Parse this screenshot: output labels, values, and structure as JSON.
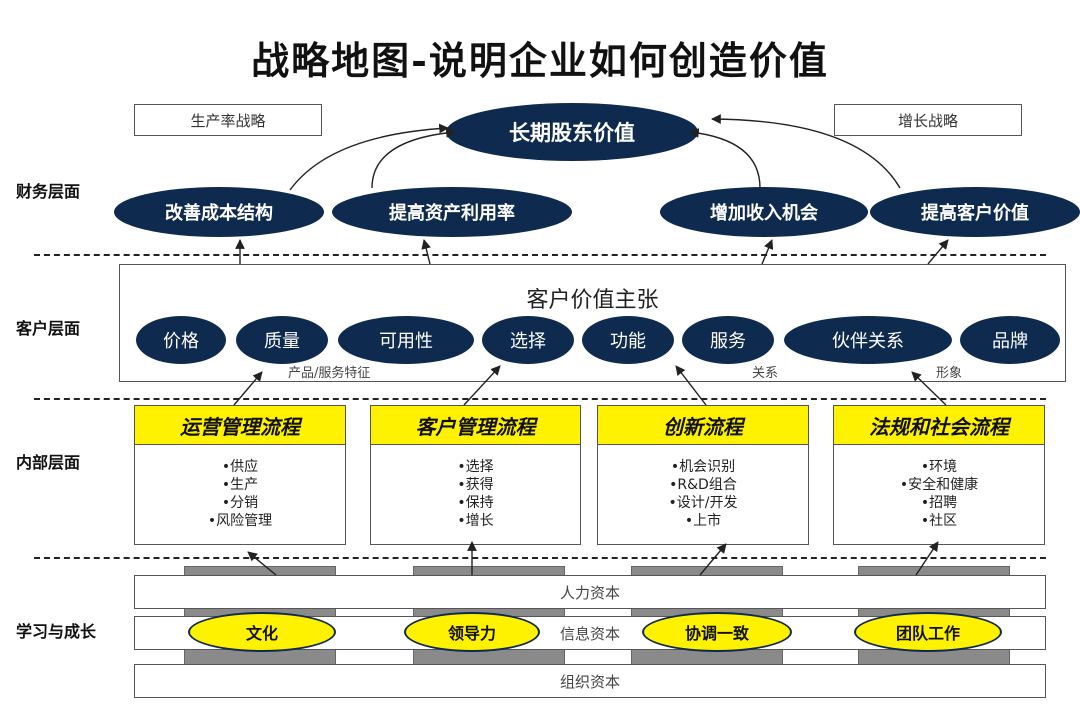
{
  "title": "战略地图-说明企业如何创造价值",
  "strategies": {
    "productivity": "生产率战略",
    "growth": "增长战略"
  },
  "top_value": "长期股东价值",
  "layers": {
    "financial": "财务层面",
    "customer": "客户层面",
    "internal": "内部层面",
    "learning": "学习与成长"
  },
  "financial": [
    "改善成本结构",
    "提高资产利用率",
    "增加收入机会",
    "提高客户价值"
  ],
  "customer": {
    "title": "客户价值主张",
    "attributes": [
      "价格",
      "质量",
      "可用性",
      "选择",
      "功能",
      "服务",
      "伙伴关系",
      "品牌"
    ],
    "groups": {
      "product": "产品/服务特征",
      "relation": "关系",
      "image": "形象"
    }
  },
  "processes": [
    {
      "title": "运营管理流程",
      "items": [
        "•供应",
        "•生产",
        "•分销",
        "•风险管理"
      ]
    },
    {
      "title": "客户管理流程",
      "items": [
        "•选择",
        "•获得",
        "•保持",
        "•增长"
      ]
    },
    {
      "title": "创新流程",
      "items": [
        "•机会识别",
        "•R&D组合",
        "•设计/开发",
        "•上市"
      ]
    },
    {
      "title": "法规和社会流程",
      "items": [
        "•环境",
        "•安全和健康",
        "•招聘",
        "•社区"
      ]
    }
  ],
  "capitals": {
    "human": "人力资本",
    "information": "信息资本",
    "organization": "组织资本"
  },
  "culture": [
    "文化",
    "领导力",
    "协调一致",
    "团队工作"
  ],
  "colors": {
    "navy": "#0f2a4f",
    "yellow": "#fff200",
    "gray": "#8a8a8a"
  }
}
